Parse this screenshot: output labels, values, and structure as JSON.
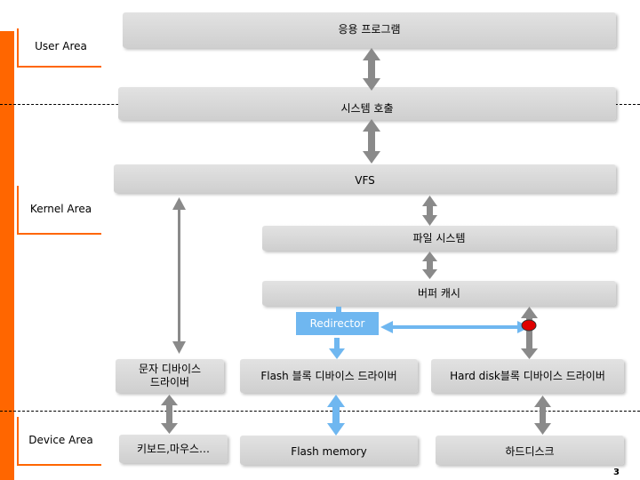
{
  "areas": {
    "user": "User Area",
    "kernel": "Kernel Area",
    "device": "Device Area"
  },
  "layers": {
    "application": "응용 프로그램",
    "system_call": "시스템 호출",
    "vfs": "VFS",
    "file_system": "파일 시스템",
    "buffer_cache": "버퍼 캐시",
    "redirector": "Redirector"
  },
  "drivers": {
    "char_line1": "문자 디바이스",
    "char_line2": "드라이버",
    "flash_block": "Flash 블록 디바이스 드라이버",
    "hdd_block": "Hard disk블록 디바이스 드라이버"
  },
  "devices": {
    "keyboard_mouse": "키보드,마우스…",
    "flash_memory": "Flash memory",
    "hard_disk": "하드디스크"
  },
  "page_number": "3",
  "colors": {
    "accent_orange": "#ff6600",
    "box_gray": "#d9d9d9",
    "redirector_blue": "#6fb7f0",
    "arrow_gray": "#8a8a8a",
    "marker_red": "#e00000"
  }
}
